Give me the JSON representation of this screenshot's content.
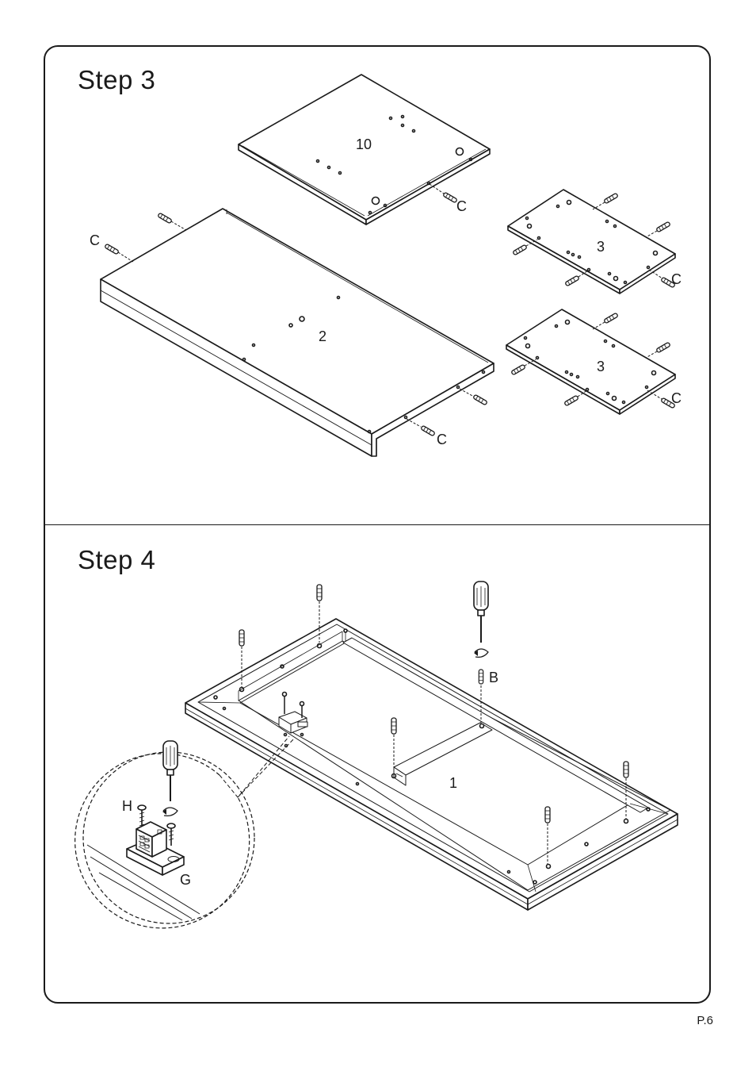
{
  "step3": {
    "title": "Step  3",
    "labels": {
      "panel_top": "10",
      "panel_base": "2",
      "panel_side_a": "3",
      "panel_side_b": "3",
      "dowel_c1": "C",
      "dowel_c2": "C",
      "dowel_c3": "C",
      "dowel_c4": "C",
      "dowel_c5": "C"
    }
  },
  "step4": {
    "title": "Step  4",
    "labels": {
      "screw_b": "B",
      "panel_bottom": "1",
      "screw_h": "H",
      "bracket_g": "G"
    }
  },
  "footer": {
    "page": "P.6"
  },
  "colors": {
    "line": "#1a1a1a",
    "paper": "#ffffff"
  }
}
